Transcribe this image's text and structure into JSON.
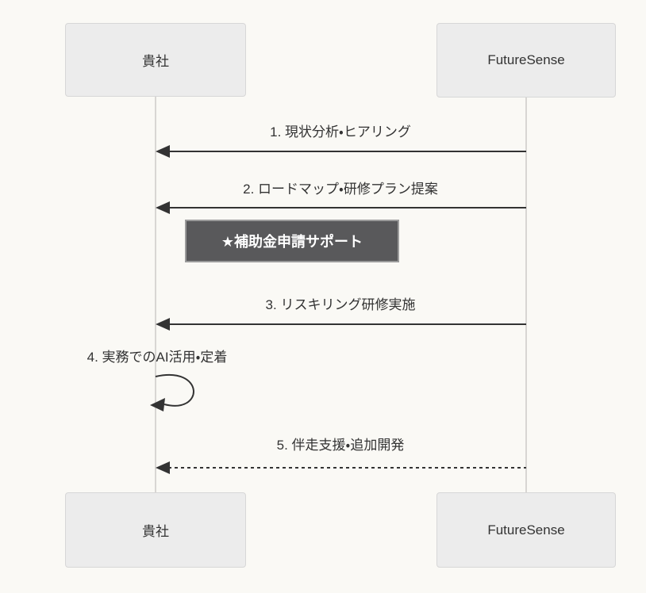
{
  "diagram": {
    "type": "sequence-diagram",
    "actors": [
      {
        "label": "貴社"
      },
      {
        "label": "FutureSense"
      }
    ],
    "messages": [
      {
        "label": "1. 現状分析・ヒアリング",
        "from": "FutureSense",
        "to": "貴社",
        "line": "solid"
      },
      {
        "label": "2. ロードマップ・研修プラン提案",
        "from": "FutureSense",
        "to": "貴社",
        "line": "solid"
      },
      {
        "label": "3. リスキリング研修実施",
        "from": "FutureSense",
        "to": "貴社",
        "line": "solid"
      },
      {
        "label": "4. 実務でのAI活用・定着",
        "from": "貴社",
        "to": "貴社",
        "line": "self-loop"
      },
      {
        "label": "5. 伴走支援・追加開発",
        "from": "FutureSense",
        "to": "貴社",
        "line": "dashed"
      }
    ],
    "note": {
      "label": "★補助金申請サポート"
    },
    "colors": {
      "canvas_bg": "#FAF9F5",
      "actor_bg": "#ECECEC",
      "actor_border": "#D7D7D7",
      "lifeline": "#D8D6D3",
      "arrow": "#333333",
      "text": "#333333",
      "note_bg": "#59595B",
      "note_border": "#9B9B9B",
      "note_text": "#FFFFFF"
    }
  }
}
